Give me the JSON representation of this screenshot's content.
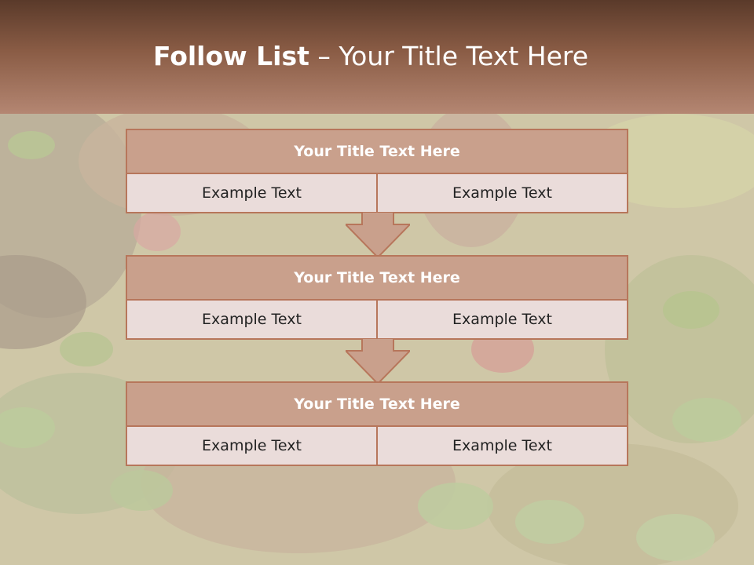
{
  "slide": {
    "title_bold": "Follow List",
    "title_rest": " – Your Title Text Here"
  },
  "panels": [
    {
      "title": "Your Title Text Here",
      "left": "Example Text",
      "right": "Example Text"
    },
    {
      "title": "Your Title Text Here",
      "left": "Example Text",
      "right": "Example Text"
    },
    {
      "title": "Your Title Text Here",
      "left": "Example Text",
      "right": "Example Text"
    }
  ],
  "colors": {
    "header_top": "#5a3a2a",
    "header_bottom": "#b48672",
    "panel_border": "#b7765b",
    "panel_title_bg": "#c9a08c",
    "panel_cell_bg": "#eadcda",
    "arrow_fill": "#c9a08c"
  },
  "icons": {
    "connector": "arrow-down-icon"
  }
}
